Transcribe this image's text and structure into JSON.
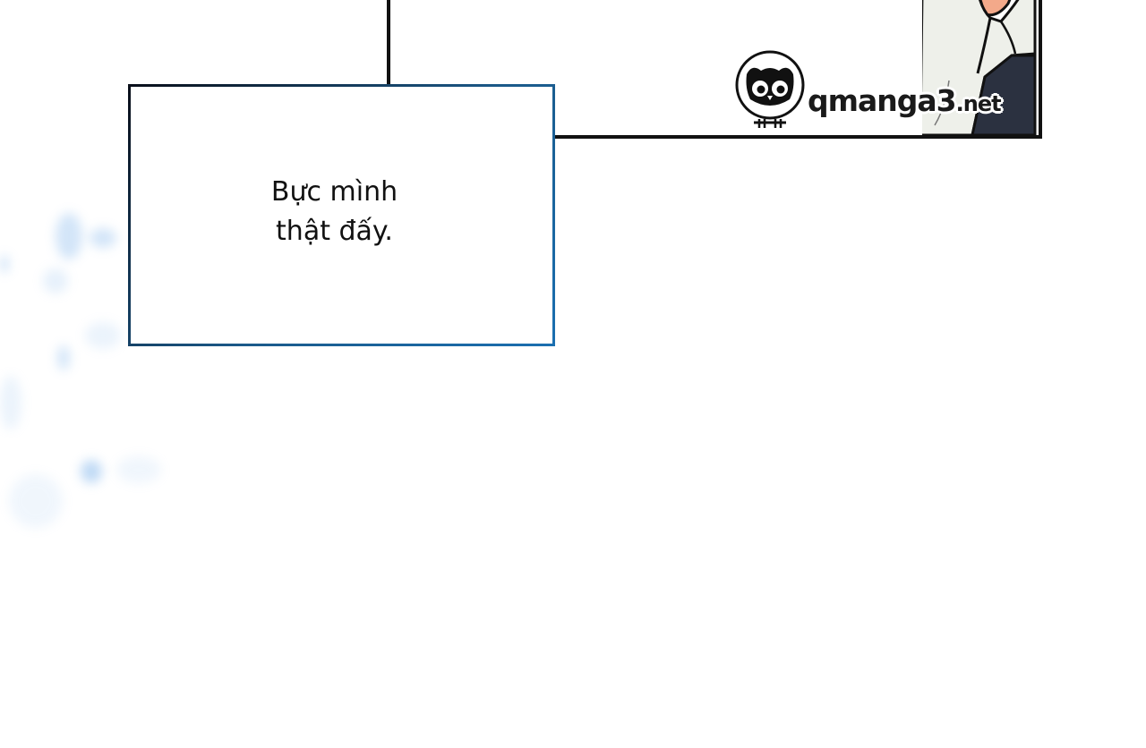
{
  "watermark": {
    "site_name": "qmanga3",
    "site_tld": ".net"
  },
  "dialogue": {
    "line1": "Bực mình",
    "line2": "thật đấy."
  },
  "icons": {
    "owl": "owl-logo-icon"
  },
  "colors": {
    "panel_border": "#111111",
    "box_border_accent": "#1b6fb0",
    "sparkle": "#9ec6f0",
    "char_shirt": "#eef0ea",
    "char_dark": "#2b3140",
    "char_skin": "#f3a98a"
  }
}
